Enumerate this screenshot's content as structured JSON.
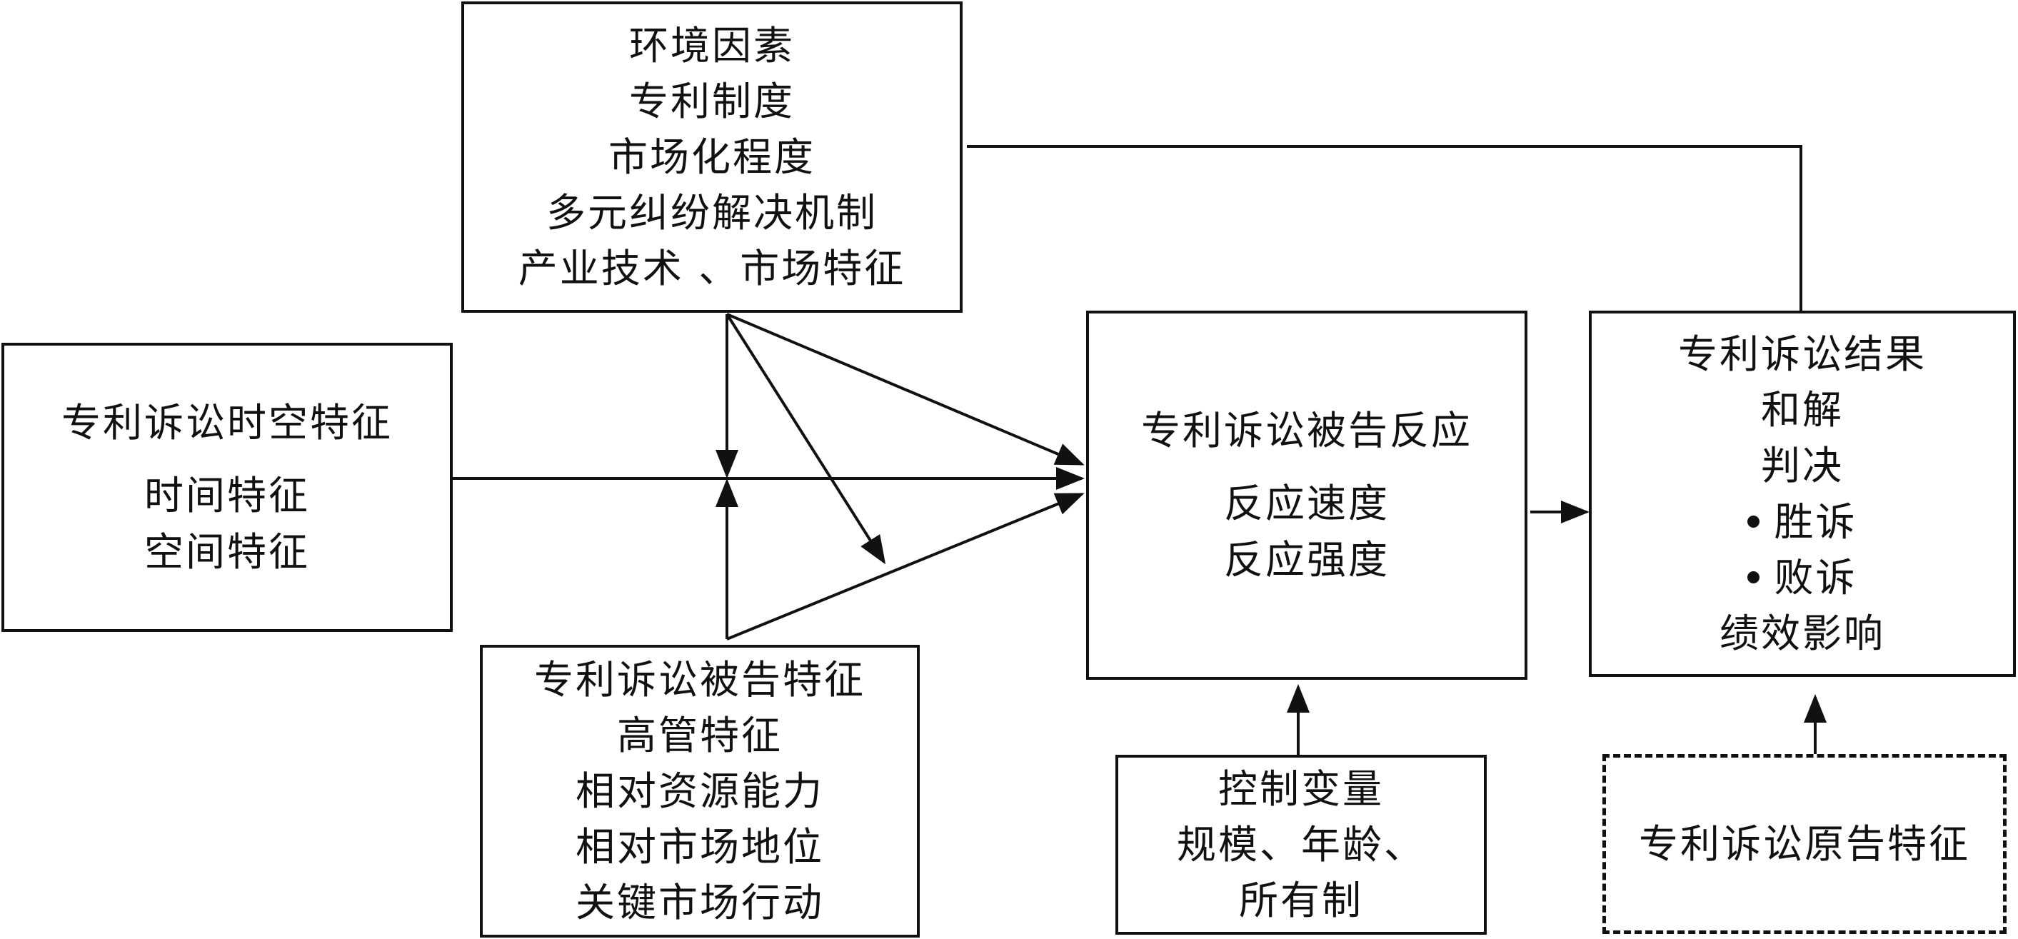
{
  "environment": {
    "title": "环境因素",
    "items": [
      "专利制度",
      "市场化程度",
      "多元纠纷解决机制",
      "产业技术 、市场特征"
    ]
  },
  "spatiotemporal": {
    "title": "专利诉讼时空特征",
    "items": [
      "时间特征",
      "空间特征"
    ]
  },
  "defendant_traits": {
    "title": "专利诉讼被告特征",
    "items": [
      "高管特征",
      "相对资源能力",
      "相对市场地位",
      "关键市场行动"
    ]
  },
  "defendant_response": {
    "title": "专利诉讼被告反应",
    "items": [
      "反应速度",
      "反应强度"
    ]
  },
  "controls": {
    "title": "控制变量",
    "items": [
      "规模、年龄、",
      "所有制"
    ]
  },
  "outcome": {
    "title": "专利诉讼结果",
    "items": [
      "和解",
      "判决",
      "胜诉",
      "败诉",
      "绩效影响"
    ]
  },
  "plaintiff": {
    "title": "专利诉讼原告特征"
  }
}
